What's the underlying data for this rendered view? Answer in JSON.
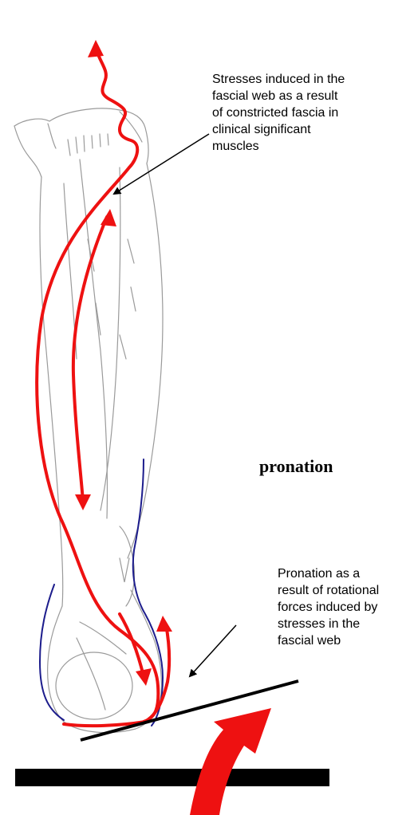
{
  "annotation_top": {
    "lines": [
      "Stresses induced in the",
      "fascial web as a result",
      "of constricted fascia in",
      "clinical significant",
      "muscles"
    ]
  },
  "term": "pronation",
  "annotation_bottom": {
    "lines": [
      "Pronation as a",
      "result of rotational",
      "forces induced by",
      "stresses in the",
      "fascial web"
    ]
  },
  "colors": {
    "stress_path": "#ee1111",
    "outline": "#1c1c8c",
    "sketch": "#9a9a9a",
    "ground": "#000000"
  },
  "icons": {
    "rotation_arrow": "curved-arrow-icon",
    "pointer_arrow": "arrow-icon"
  }
}
